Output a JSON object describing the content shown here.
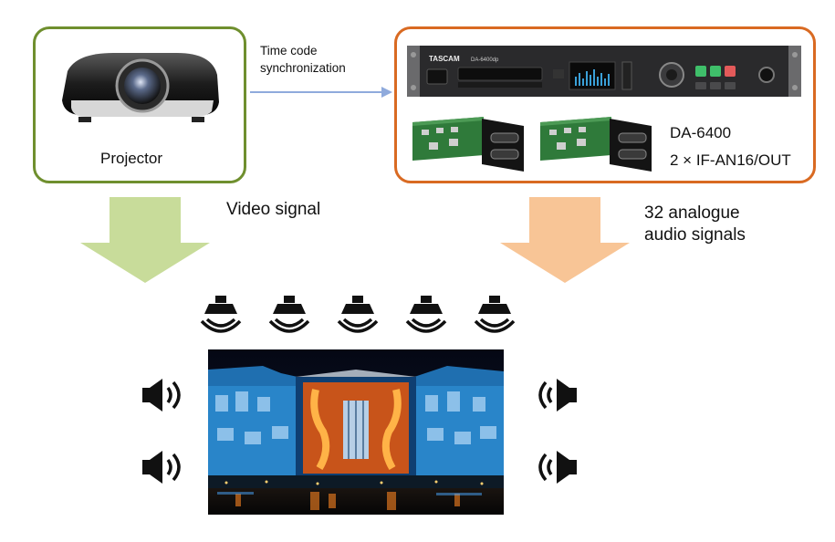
{
  "projector": {
    "label": "Projector"
  },
  "sync": {
    "line1": "Time code",
    "line2": "synchronization"
  },
  "recorder": {
    "brand": "TASCAM",
    "model_plate": "DA-6400dp",
    "name": "DA-6400",
    "cards": "2 × IF-AN16/OUT"
  },
  "video": {
    "label": "Video signal"
  },
  "audio": {
    "line1": "32 analogue",
    "line2": "audio signals"
  },
  "colors": {
    "projector_border": "#6f8f2e",
    "recorder_border": "#d96a22",
    "video_arrow": "#c8dc9a",
    "audio_arrow": "#f8c596",
    "sync_arrow": "#8faadc"
  },
  "icons": {
    "ceiling_speaker": "ceiling-speaker-icon",
    "speaker_left": "speaker-left-icon",
    "speaker_right": "speaker-right-icon"
  }
}
